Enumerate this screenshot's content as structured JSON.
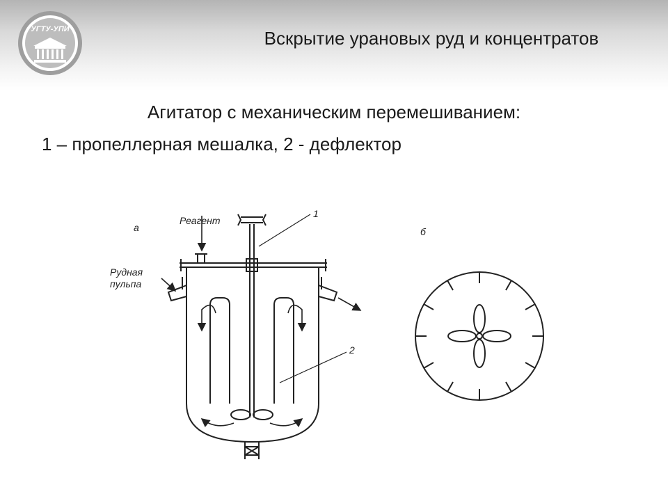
{
  "slide": {
    "title": "Вскрытие урановых руд и концентратов",
    "logo_text": "УГТУ-УПИ",
    "caption_line1": "Агитатор с механическим перемешиванием:",
    "caption_line2": "1 – пропеллерная мешалка, 2 - дефлектор"
  },
  "diagram": {
    "label_a": "а",
    "label_b": "б",
    "reagent": "Реагент",
    "ore_pulp_line1": "Рудная",
    "ore_pulp_line2": "пульпа",
    "callout_1": "1",
    "callout_2": "2"
  }
}
